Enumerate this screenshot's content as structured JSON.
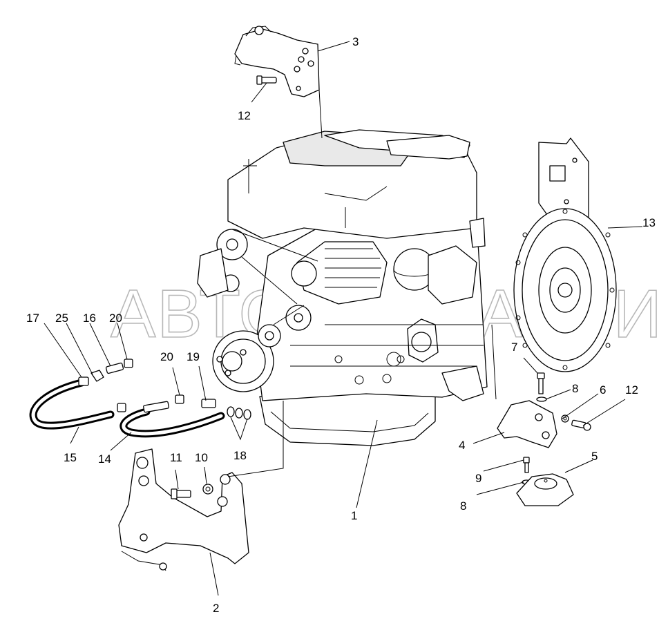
{
  "watermark": "АВТОЗАПЧАСТИ",
  "callouts": {
    "c1": "1",
    "c2": "2",
    "c3": "3",
    "c4": "4",
    "c5": "5",
    "c6": "6",
    "c7": "7",
    "c8a": "8",
    "c8b": "8",
    "c9": "9",
    "c10": "10",
    "c11": "11",
    "c12a": "12",
    "c12b": "12",
    "c13": "13",
    "c14": "14",
    "c15": "15",
    "c16": "16",
    "c17": "17",
    "c18": "18",
    "c19": "19",
    "c20a": "20",
    "c20b": "20",
    "c25": "25"
  }
}
